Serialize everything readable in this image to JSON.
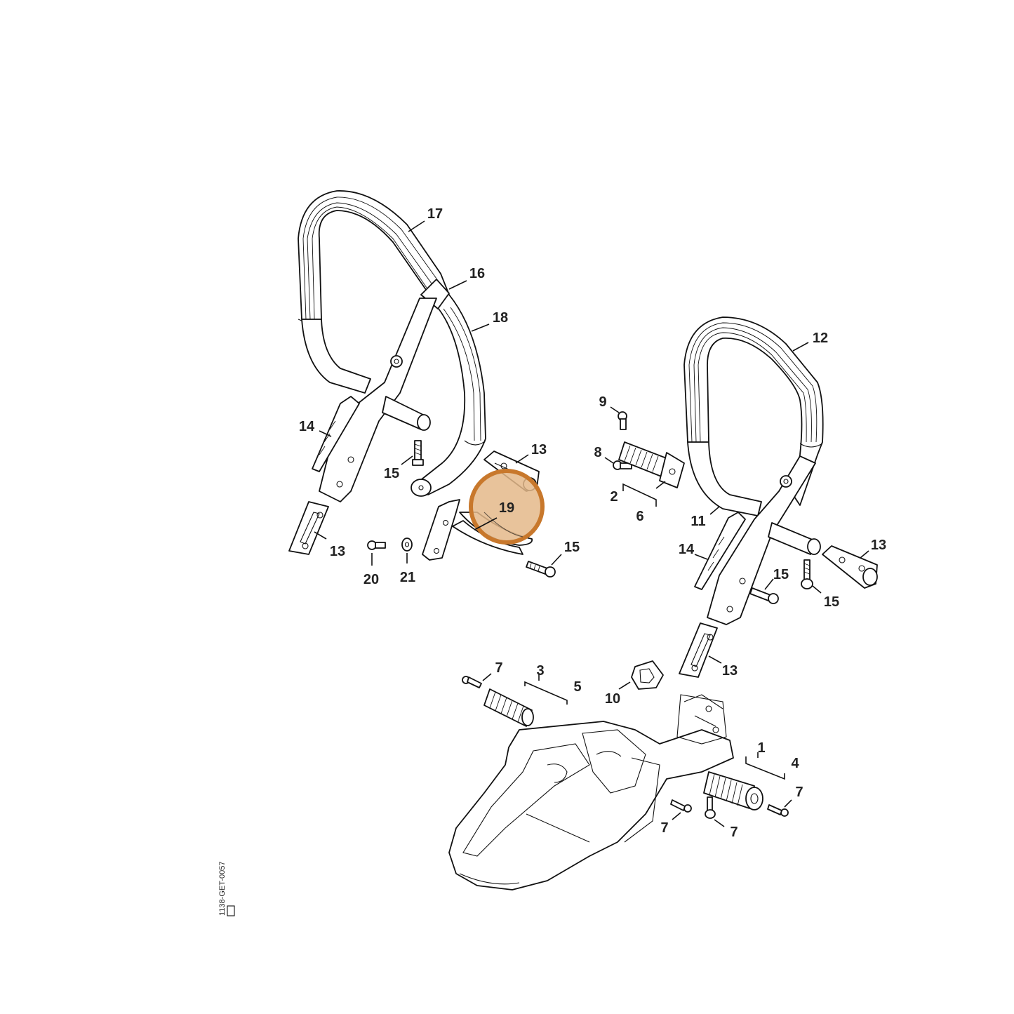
{
  "highlight": {
    "label": "19",
    "color": "#c8782c",
    "fill": "#e4b98a"
  },
  "labels": {
    "l17": "17",
    "l16": "16",
    "l18": "18",
    "l14a": "14",
    "l15a": "15",
    "l13a": "13",
    "l13b": "13",
    "l15b": "15",
    "l20": "20",
    "l21": "21",
    "l12": "12",
    "l9": "9",
    "l8": "8",
    "l2": "2",
    "l6": "6",
    "l11": "11",
    "l14b": "14",
    "l13c": "13",
    "l15c": "15",
    "l15d": "15",
    "l13d": "13",
    "l7a": "7",
    "l3": "3",
    "l5": "5",
    "l10": "10",
    "l1": "1",
    "l4": "4",
    "l7b": "7",
    "l7c": "7",
    "l7d": "7"
  },
  "reference_code": "1138-GET-0057"
}
